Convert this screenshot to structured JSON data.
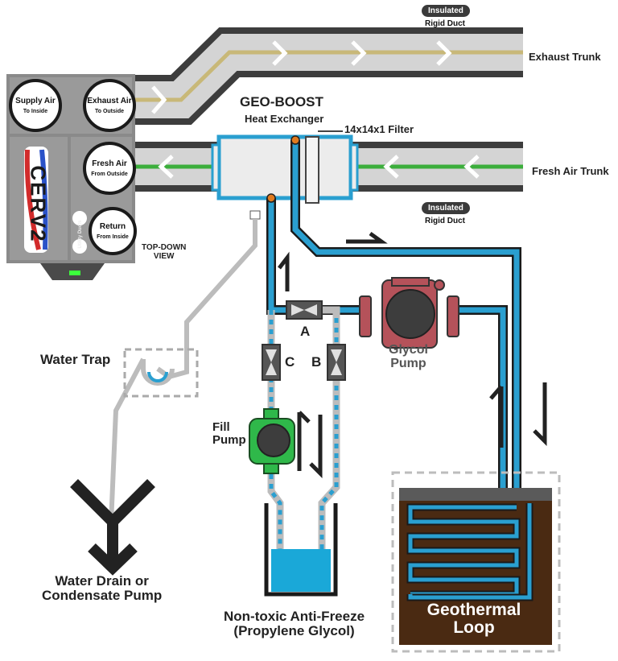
{
  "ducts": {
    "exhaust_trunk": "Exhaust Trunk",
    "fresh_air_trunk": "Fresh Air Trunk",
    "insulated_top": {
      "pill": "Insulated",
      "sub": "Rigid Duct"
    },
    "insulated_bottom": {
      "pill": "Insulated",
      "sub": "Rigid Duct"
    }
  },
  "cerv_unit": {
    "logo": "CERV2",
    "ports": [
      {
        "title": "Supply Air",
        "sub": "To Inside"
      },
      {
        "title": "Exhaust Air",
        "sub": "To Outside"
      },
      {
        "title": "Fresh Air",
        "sub": "From Outside"
      },
      {
        "title": "Return",
        "sub": "From Inside"
      }
    ],
    "utility_ducts": "Utility Ducts",
    "view_label": [
      "TOP-DOWN",
      "VIEW"
    ]
  },
  "heat_exchanger": {
    "title": "GEO-BOOST",
    "subtitle": "Heat Exchanger",
    "filter": "14x14x1 Filter"
  },
  "valves": {
    "a": "A",
    "b": "B",
    "c": "C"
  },
  "glycol_pump": [
    "Glycol",
    "Pump"
  ],
  "fill_pump": [
    "Fill",
    "Pump"
  ],
  "water_trap": "Water Trap",
  "drain": [
    "Water Drain or",
    "Condensate Pump"
  ],
  "antifreeze": [
    "Non-toxic Anti-Freeze",
    "(Propylene Glycol)"
  ],
  "geothermal_loop": [
    "Geothermal",
    "Loop"
  ],
  "colors": {
    "duct_outer": "#3d3d3d",
    "duct_inner": "#d4d4d4",
    "exhaust_line": "#c8b878",
    "fresh_line": "#3cae3c",
    "glycol_pipe": "#2a9fd0",
    "glycol_pump": "#b5525a",
    "fill_pump": "#2fb84a",
    "earth": "#4a2a12",
    "antifreeze": "#1aa8d8"
  }
}
